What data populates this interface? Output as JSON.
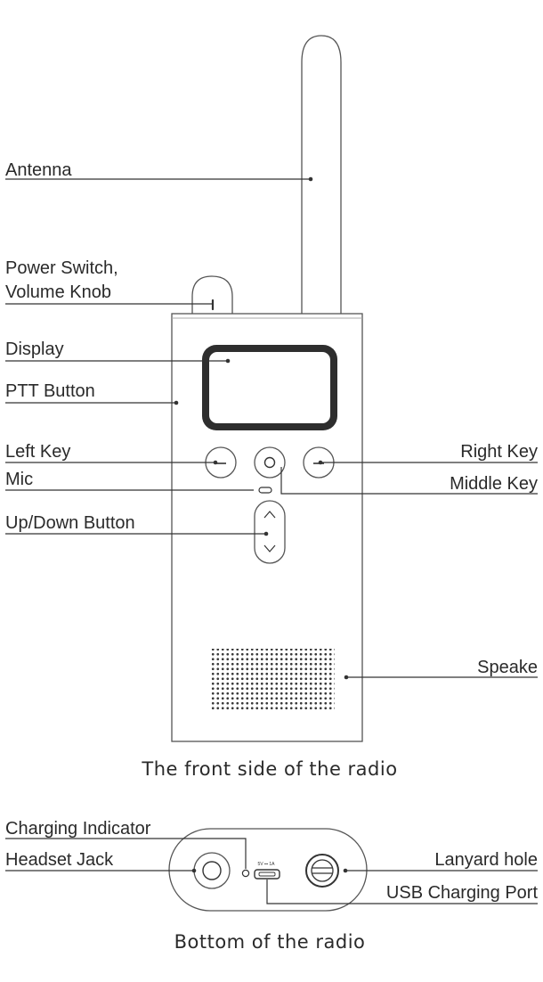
{
  "front": {
    "caption": "The front side of the radio",
    "labels": {
      "antenna": "Antenna",
      "power_switch_line1": "Power Switch,",
      "power_switch_line2": "Volume Knob",
      "display": "Display",
      "ptt_button": "PTT Button",
      "left_key": "Left Key",
      "mic": "Mic",
      "up_down_button": "Up/Down Button",
      "right_key": "Right Key",
      "middle_key": "Middle Key",
      "speaker": "Speake"
    }
  },
  "bottom": {
    "caption": "Bottom of the radio",
    "labels": {
      "charging_indicator": "Charging Indicator",
      "headset_jack": "Headset Jack",
      "lanyard_hole": "Lanyard hole",
      "usb_charging_port": "USB Charging Port"
    },
    "port_rating": "5V ⎓ 1A"
  },
  "colors": {
    "text": "#2a2a2a",
    "line": "#333333",
    "outline": "#555555",
    "screen_bezel": "#2e2e2e"
  }
}
